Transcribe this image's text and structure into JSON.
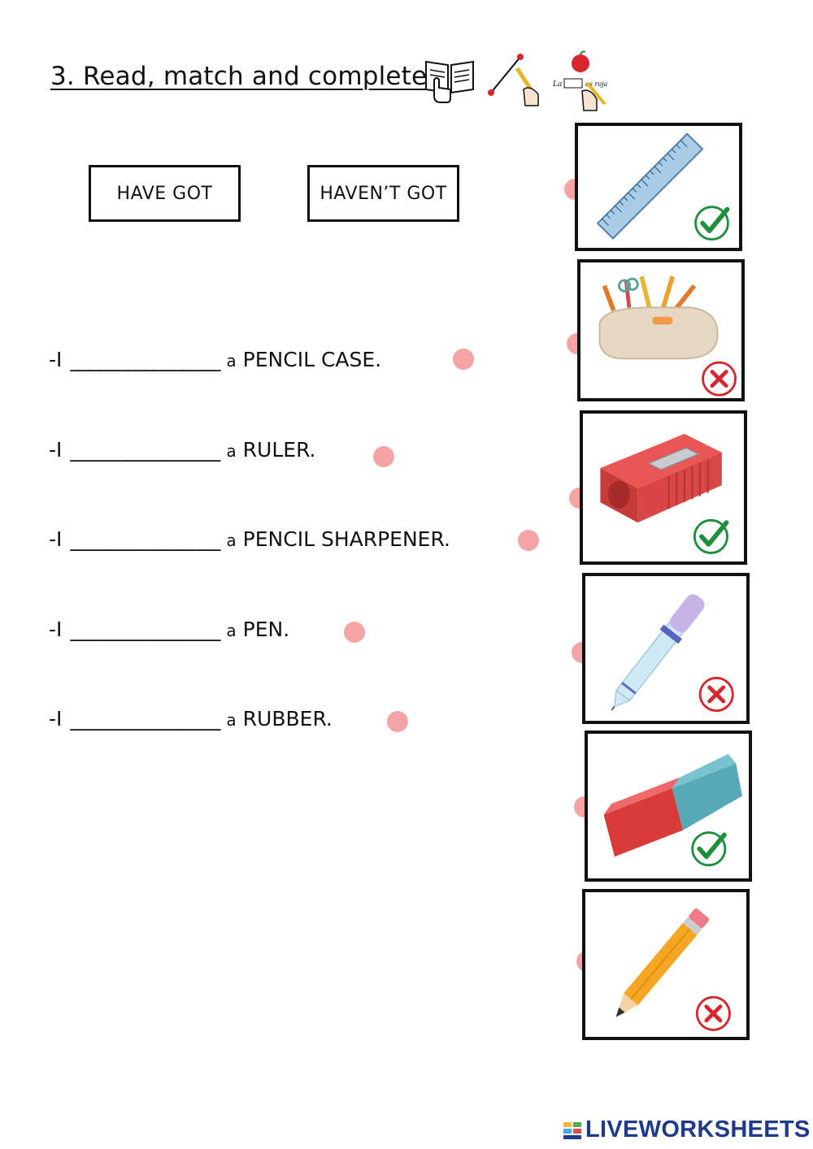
{
  "instruction": {
    "title": "3. Read, match and complete:",
    "pictograms": [
      "read-pictogram-icon",
      "match-pictogram-icon",
      "complete-pictogram-icon"
    ]
  },
  "word_bank": [
    "HAVE GOT",
    "HAVEN’T GOT"
  ],
  "sentences": [
    {
      "start": "-I",
      "blank": "________________",
      "article": "a",
      "object": "PENCIL CASE."
    },
    {
      "start": "-I",
      "blank": "________________",
      "article": "a",
      "object": "RULER."
    },
    {
      "start": "-I",
      "blank": "________________",
      "article": "a",
      "object": "PENCIL SHARPENER."
    },
    {
      "start": "-I",
      "blank": "________________",
      "article": "a",
      "object": "PEN."
    },
    {
      "start": "-I",
      "blank": "________________",
      "article": "a",
      "object": "RUBBER."
    }
  ],
  "pictures": [
    {
      "item": "ruler-icon",
      "mark": "check-icon"
    },
    {
      "item": "pencil-case-icon",
      "mark": "cross-icon"
    },
    {
      "item": "pencil-sharpener-icon",
      "mark": "check-icon"
    },
    {
      "item": "pen-icon",
      "mark": "cross-icon"
    },
    {
      "item": "rubber-icon",
      "mark": "check-icon"
    },
    {
      "item": "pencil-icon",
      "mark": "cross-icon"
    }
  ],
  "colors": {
    "match_dot": "#f4a4a6",
    "check_mark": "#1e8f3a",
    "cross_mark": "#d7262e",
    "brand": "#1f3a8a"
  },
  "footer": {
    "brand": "LIVEWORKSHEETS"
  }
}
